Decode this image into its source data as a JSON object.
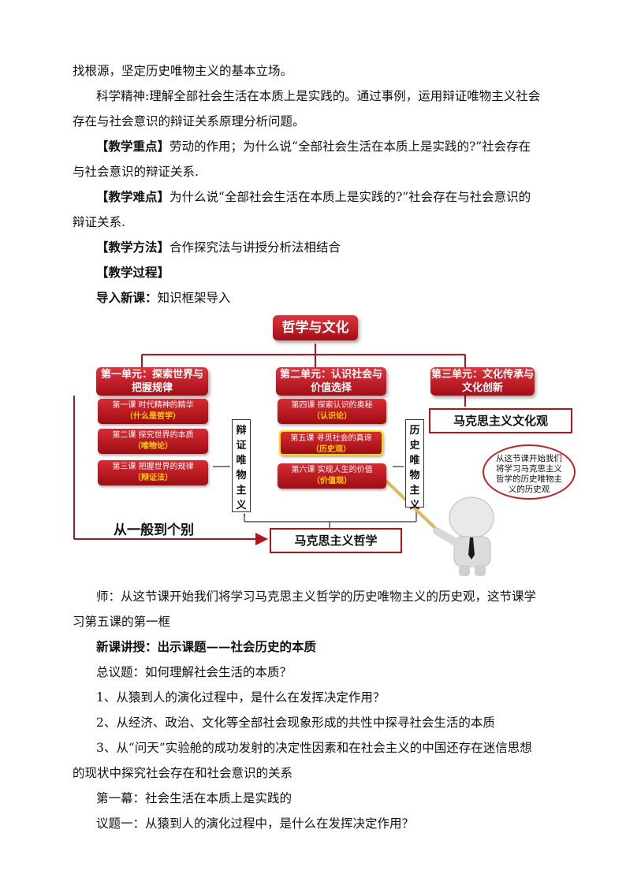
{
  "para_top": {
    "line1": "找根源，坚定历史唯物主义的基本立场。",
    "line2": "科学精神:理解全部社会生活在本质上是实践的。通过事例，运用辩证唯物主义社会",
    "line3": "存在与社会意识的辩证关系原理分析问题。"
  },
  "focus": {
    "label": "【教学重点】",
    "text1": "劳动的作用；为什么说“全部社会生活在本质上是实践的?”社会存在",
    "text2": "与社会意识的辩证关系."
  },
  "difficulty": {
    "label": "【教学难点】",
    "text1": "为什么说“全部社会生活在本质上是实践的?”社会存在与社会意识的",
    "text2": "辩证关系."
  },
  "method": {
    "label": "【教学方法】",
    "text": "合作探究法与讲授分析法相结合"
  },
  "process": {
    "label": "【教学过程】"
  },
  "intro": {
    "label": "导入新课：",
    "text": "知识框架导入"
  },
  "diagram": {
    "top": "哲学与文化",
    "unit1": "第一单元：探索世界与把握规律",
    "unit2": "第二单元：认识社会与价值选择",
    "unit3": "第三单元：文化传承与文化创新",
    "u1_items": [
      {
        "title": "第一课 时代精神的精华",
        "sub": "（什么是哲学）"
      },
      {
        "title": "第二课 探究世界的本质",
        "sub": "（唯物论）"
      },
      {
        "title": "第三课 把握世界的规律",
        "sub": "（辩证法）"
      }
    ],
    "u2_items": [
      {
        "title": "第四课 探索认识的奥秘",
        "sub": "（认识论）"
      },
      {
        "title": "第五课 寻觅社会的真谛",
        "sub": "（历史观）"
      },
      {
        "title": "第六课 实现人生的价值",
        "sub": "（价值观）"
      }
    ],
    "dialectical": "辩证唯物主义",
    "historical": "历史唯物主义",
    "culture_view": "马克思主义文化观",
    "marx_phil": "马克思主义哲学",
    "general": "从一般到个别",
    "bubble": "从这节课开始我们将学习马克思主义哲学的历史唯物主义的历史观"
  },
  "teacher": {
    "line1": "师：从这节课开始我们将学习马克思主义哲学的历史唯物主义的历史观，这节课学",
    "line2": "习第五课的第一框"
  },
  "newlesson": "新课讲授：出示课题——社会历史的本质",
  "total": "总议题：如何理解社会生活的本质？",
  "q1": "1、从猿到人的演化过程中，是什么在发挥决定作用？",
  "q2": "2、从经济、政治、文化等全部社会现象形成的共性中探寻社会生活的本质",
  "q3a": "3、从“问天”实验舱的成功发射的决定性因素和在社会主义的中国还存在迷信思想",
  "q3b": "的现状中探究社会存在和社会意识的关系",
  "act1": "第一幕：社会生活在本质上是实践的",
  "topic1": "议题一：从猿到人的演化过程中，是什么在发挥决定作用？"
}
